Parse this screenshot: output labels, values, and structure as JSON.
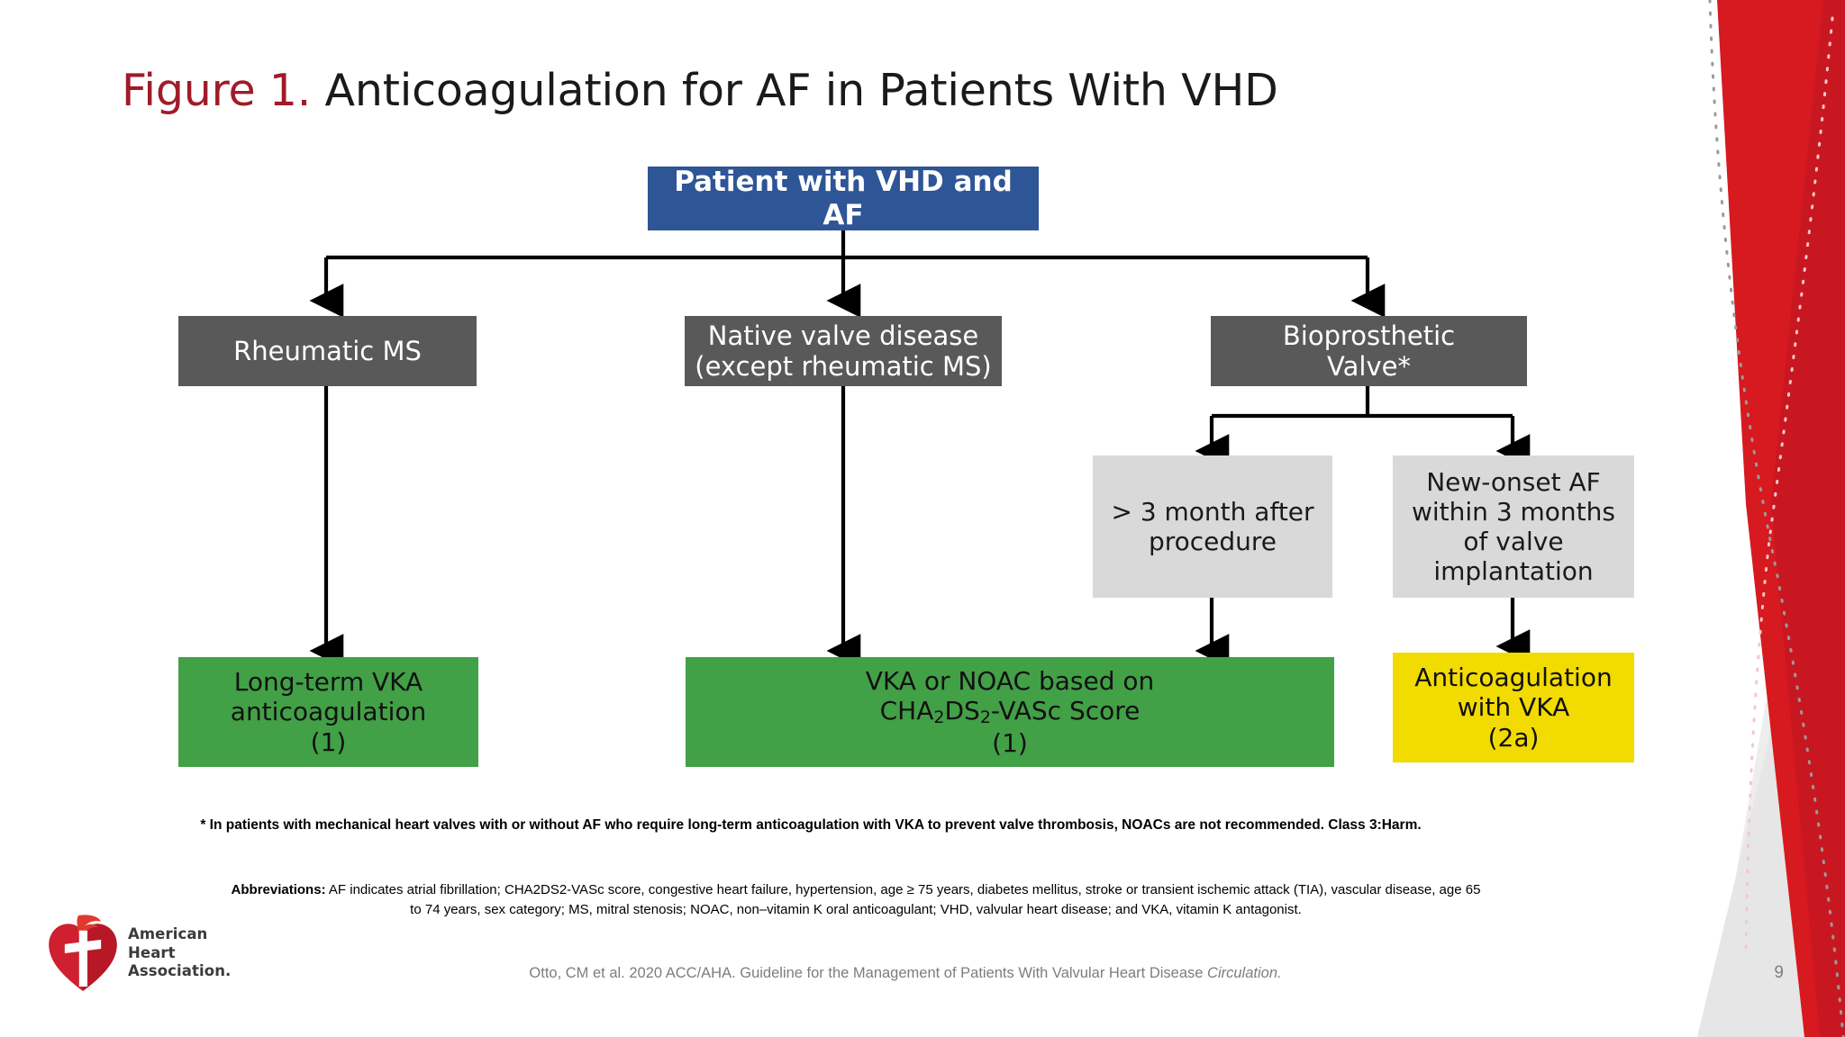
{
  "slide": {
    "title_prefix": "Figure 1.",
    "title_main": " Anticoagulation for AF in Patients With VHD",
    "page_number": "9"
  },
  "colors": {
    "title_accent": "#A01B29",
    "root_box": "#2E5596",
    "category_box": "#595959",
    "condition_box": "#D9D9D9",
    "recommendation_green": "#42A047",
    "recommendation_yellow": "#F2DB00",
    "decor_red": "#D71920",
    "decor_gray": "#E3E3E3"
  },
  "flowchart": {
    "type": "decision-tree",
    "nodes": [
      {
        "id": "root",
        "style": "blue",
        "lines": [
          "Patient with VHD and AF"
        ]
      },
      {
        "id": "rheumatic-ms",
        "style": "gray",
        "lines": [
          "Rheumatic MS"
        ]
      },
      {
        "id": "native-valve-disease",
        "style": "gray",
        "lines": [
          "Native valve disease",
          "(except rheumatic MS)"
        ]
      },
      {
        "id": "bioprosthetic-valve",
        "style": "gray",
        "lines": [
          "Bioprosthetic",
          "Valve*"
        ]
      },
      {
        "id": "more-than-3-month",
        "style": "lightgray",
        "lines": [
          "> 3 month after",
          "procedure"
        ]
      },
      {
        "id": "new-onset-af",
        "style": "lightgray",
        "lines": [
          "New-onset AF",
          "within 3 months",
          "of valve",
          "implantation"
        ]
      },
      {
        "id": "long-term-vka",
        "style": "green",
        "lines": [
          "Long-term VKA",
          "anticoagulation",
          "(1)"
        ],
        "class_of_recommendation": "1"
      },
      {
        "id": "vka-or-noac",
        "style": "green",
        "lines": [
          "VKA or NOAC based on",
          "CHA2DS2-VASc Score",
          "(1)"
        ],
        "class_of_recommendation": "1"
      },
      {
        "id": "anticoagulation-with-vka",
        "style": "yellow",
        "lines": [
          "Anticoagulation",
          "with VKA",
          "(2a)"
        ],
        "class_of_recommendation": "2a"
      }
    ],
    "edges": [
      {
        "from": "root",
        "to": "rheumatic-ms"
      },
      {
        "from": "root",
        "to": "native-valve-disease"
      },
      {
        "from": "root",
        "to": "bioprosthetic-valve"
      },
      {
        "from": "bioprosthetic-valve",
        "to": "more-than-3-month"
      },
      {
        "from": "bioprosthetic-valve",
        "to": "new-onset-af"
      },
      {
        "from": "rheumatic-ms",
        "to": "long-term-vka"
      },
      {
        "from": "native-valve-disease",
        "to": "vka-or-noac"
      },
      {
        "from": "more-than-3-month",
        "to": "vka-or-noac"
      },
      {
        "from": "new-onset-af",
        "to": "anticoagulation-with-vka"
      }
    ]
  },
  "boxes": {
    "root_label": "Patient with VHD and AF",
    "rheumatic_label": "Rheumatic MS",
    "native_line1": "Native valve disease",
    "native_line2": "(except rheumatic MS)",
    "bioprosthetic_line1": "Bioprosthetic",
    "bioprosthetic_line2": "Valve*",
    "month3_line1": "> 3 month after",
    "month3_line2": "procedure",
    "newonset_line1": "New-onset AF",
    "newonset_line2": "within 3 months",
    "newonset_line3": "of valve",
    "newonset_line4": "implantation",
    "longterm_line1": "Long-term VKA",
    "longterm_line2": "anticoagulation",
    "longterm_line3": "(1)",
    "vkanoac_line1": "VKA or NOAC based on",
    "vkanoac_line2_a": "CHA",
    "vkanoac_line2_sub1": "2",
    "vkanoac_line2_b": "DS",
    "vkanoac_line2_sub2": "2",
    "vkanoac_line2_c": "-VASc Score",
    "vkanoac_line3": "(1)",
    "yellow_line1": "Anticoagulation",
    "yellow_line2": "with VKA",
    "yellow_line3": "(2a)"
  },
  "footnote": {
    "text": "* In patients with mechanical heart valves with or without AF who require long-term anticoagulation with VKA to prevent valve thrombosis, NOACs are not recommended. Class 3:Harm."
  },
  "abbreviations": {
    "label": "Abbreviations:",
    "text": " AF indicates atrial fibrillation; CHA2DS2-VASc score, congestive heart failure, hypertension, age ≥ 75 years, diabetes mellitus, stroke or transient ischemic attack (TIA), vascular disease, age 65 to 74 years, sex category; MS, mitral stenosis; NOAC, non–vitamin K oral anticoagulant; VHD, valvular heart disease; and VKA, vitamin K antagonist."
  },
  "footer": {
    "citation_prefix": "Otto, CM et al. 2020 ACC/AHA. Guideline for the Management of Patients With Valvular Heart Disease ",
    "citation_italic": "Circulation.",
    "page_number": "9"
  },
  "logo": {
    "line1": "American",
    "line2": "Heart",
    "line3": "Association."
  }
}
